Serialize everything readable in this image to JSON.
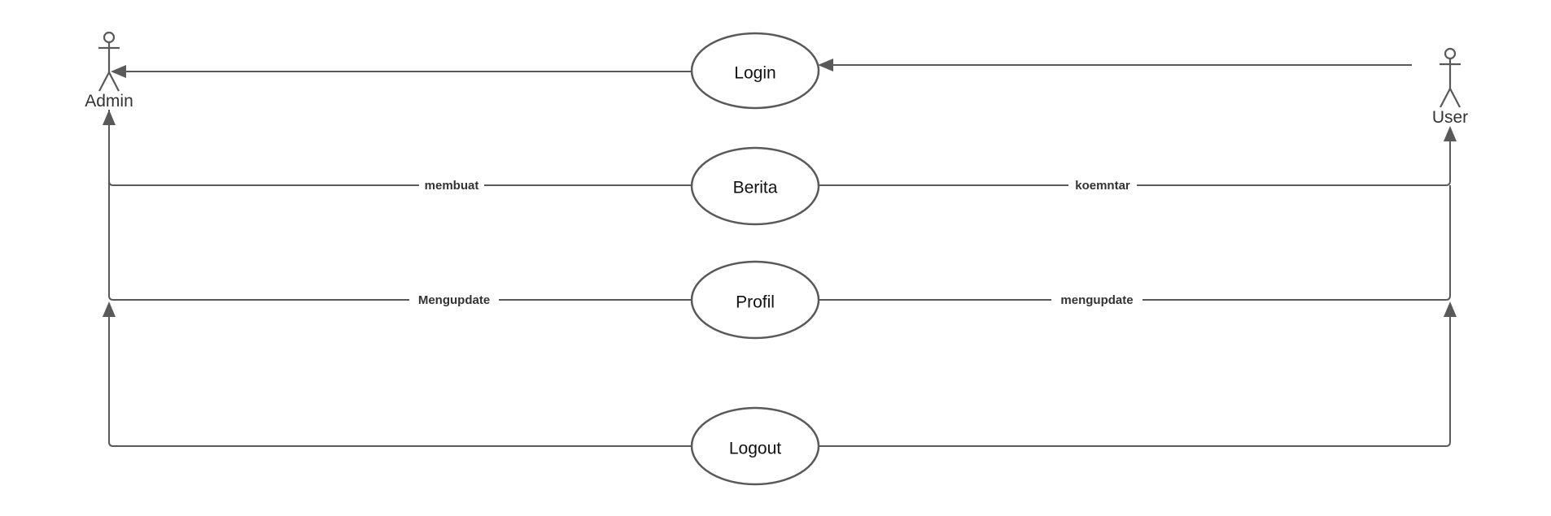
{
  "diagram": {
    "actors": {
      "admin": {
        "label": "Admin",
        "icon": "stick-figure-icon"
      },
      "user": {
        "label": "User",
        "icon": "stick-figure-icon"
      }
    },
    "use_cases": {
      "login": "Login",
      "berita": "Berita",
      "profil": "Profil",
      "logout": "Logout"
    },
    "edge_labels": {
      "admin_berita": "membuat",
      "user_berita": "koemntar",
      "admin_profil": "Mengupdate",
      "user_profil": "mengupdate"
    },
    "colors": {
      "line": "#595959",
      "text": "#111111"
    }
  }
}
